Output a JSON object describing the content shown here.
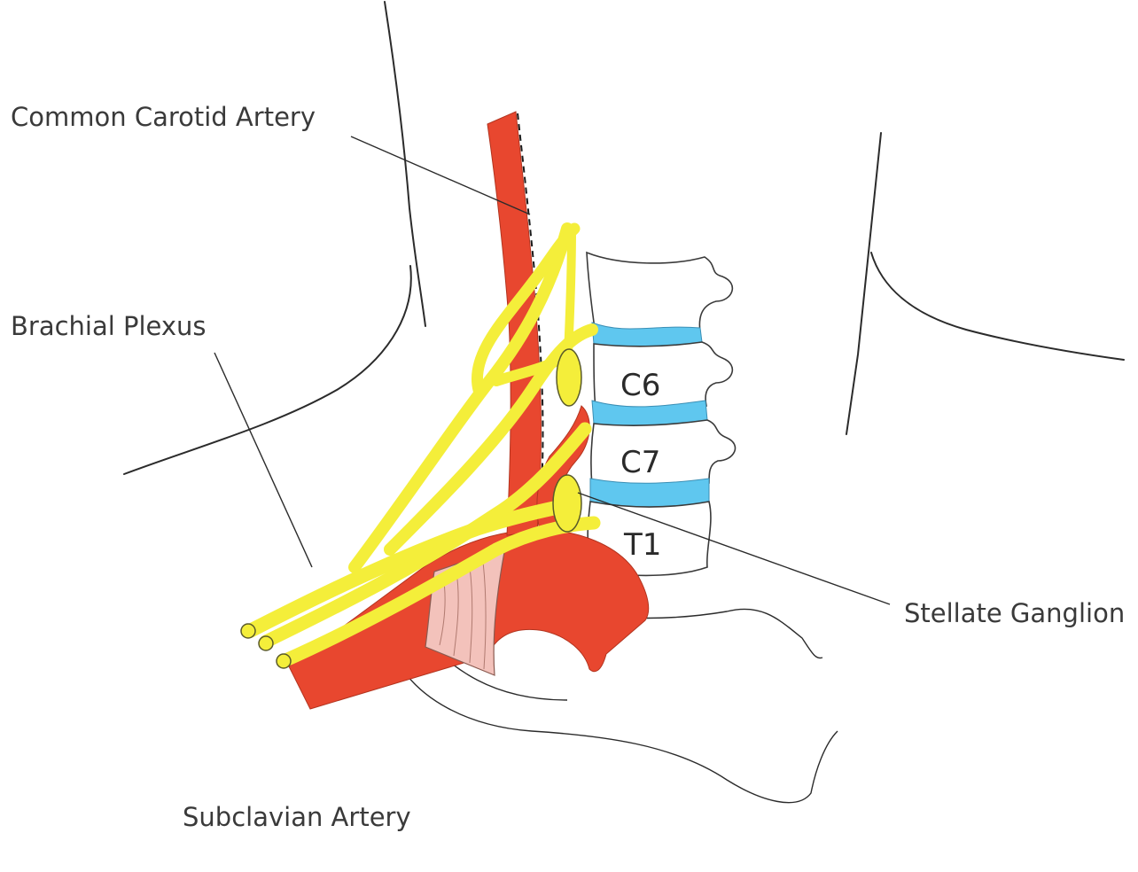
{
  "labels": {
    "common_carotid_artery": "Common Carotid Artery",
    "brachial_plexus": "Brachial Plexus",
    "stellate_ganglion": "Stellate Ganglion",
    "subclavian_artery": "Subclavian Artery"
  },
  "vertebrae": {
    "c6": "C6",
    "c7": "C7",
    "t1": "T1"
  },
  "colors": {
    "artery": "#e8472f",
    "nerve": "#f4ee3a",
    "disc": "#5fc7ef",
    "muscle": "#f3c2bb",
    "outline": "#2b2b2b"
  }
}
